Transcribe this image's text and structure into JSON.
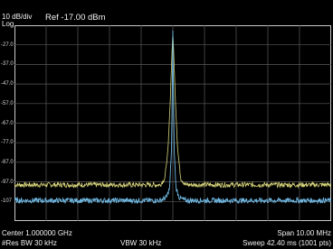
{
  "header": {
    "scale": "10 dB/div",
    "scale_type": "Log",
    "reference": "Ref -17.00 dBm"
  },
  "footer": {
    "center": "Center 1.000000 GHz",
    "span": "Span 10.00 MHz",
    "rbw": "#Res BW 30 kHz",
    "vbw": "VBW 30 kHz",
    "sweep": "Sweep  42.40 ms (1001 pts)"
  },
  "chart_data": {
    "type": "line",
    "xlabel": "",
    "ylabel": "",
    "xlim": [
      995.0,
      1005.0
    ],
    "x_unit": "MHz",
    "ylim": [
      -117.0,
      -17.0
    ],
    "y_unit": "dBm",
    "y_ticks": [
      "-27.0",
      "-37.0",
      "-47.0",
      "-57.0",
      "-67.0",
      "-77.0",
      "-87.0",
      "-97.0",
      "-107"
    ],
    "grid": true,
    "divisions": {
      "x": 10,
      "y": 10
    },
    "series": [
      {
        "color": "#d6d37a",
        "x": [
          995.0,
          999.6,
          999.75,
          999.85,
          999.92,
          999.97,
          1000.0,
          1000.03,
          1000.08,
          1000.15,
          1000.25,
          1000.4,
          1005.0
        ],
        "y": [
          -98.5,
          -98.5,
          -95.0,
          -80.0,
          -55.0,
          -32.0,
          -21.0,
          -32.0,
          -55.0,
          -80.0,
          -95.0,
          -98.5,
          -98.5
        ]
      },
      {
        "color": "#6fb6e0",
        "x": [
          995.0,
          999.6,
          999.8,
          999.9,
          999.96,
          999.985,
          1000.0,
          1000.015,
          1000.04,
          1000.1,
          1000.2,
          1000.4,
          1005.0
        ],
        "y": [
          -106.5,
          -106.5,
          -105.0,
          -100.0,
          -80.0,
          -45.0,
          -20.0,
          -45.0,
          -80.0,
          -100.0,
          -105.0,
          -106.5,
          -106.5
        ]
      }
    ]
  }
}
